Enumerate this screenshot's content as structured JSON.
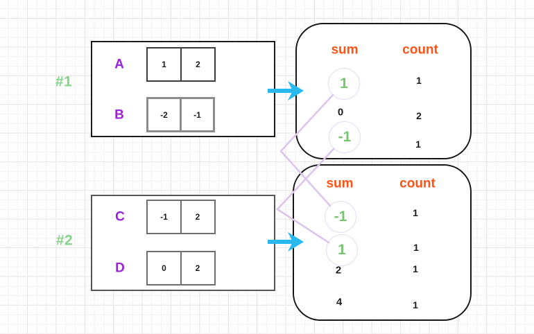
{
  "examples": [
    {
      "label": "#1",
      "arrays": [
        {
          "name": "A",
          "values": [
            "1",
            "2"
          ]
        },
        {
          "name": "B",
          "values": [
            "-2",
            "-1"
          ]
        }
      ],
      "table": {
        "sum_header": "sum",
        "count_header": "count",
        "rows": [
          {
            "sum": "1",
            "count": "1",
            "highlighted": true
          },
          {
            "sum": "0",
            "count": "2",
            "highlighted": false
          },
          {
            "sum": "-1",
            "count": "1",
            "highlighted": true
          }
        ]
      }
    },
    {
      "label": "#2",
      "arrays": [
        {
          "name": "C",
          "values": [
            "-1",
            "2"
          ]
        },
        {
          "name": "D",
          "values": [
            "0",
            "2"
          ]
        }
      ],
      "table": {
        "sum_header": "sum",
        "count_header": "count",
        "rows": [
          {
            "sum": "-1",
            "count": "1",
            "highlighted": true
          },
          {
            "sum": "1",
            "count": "1",
            "highlighted": true
          },
          {
            "sum": "2",
            "count": "1",
            "highlighted": false
          },
          {
            "sum": "4",
            "count": "1",
            "highlighted": false
          }
        ]
      }
    }
  ],
  "connections": [
    {
      "from": "example1 sum 1",
      "to": "example2 sum -1"
    },
    {
      "from": "example1 sum -1",
      "to": "example2 sum 1"
    }
  ],
  "colors": {
    "arrow_cyan": "#29b8f0",
    "label_green": "#82d58a",
    "highlight_green": "#76c66f",
    "array_name_purple": "#9a22dd",
    "header_orange": "#ff5316",
    "connector_lavender": "#dcc6ee",
    "circle_outline": "#e8d9f3"
  }
}
